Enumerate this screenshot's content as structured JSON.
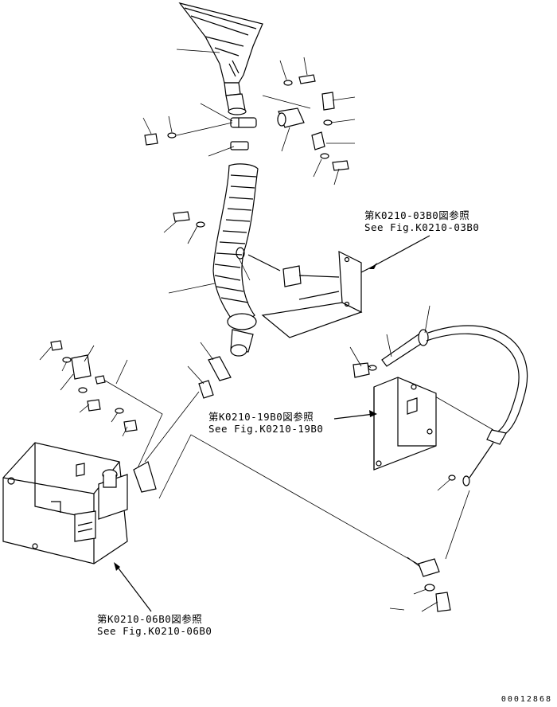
{
  "callouts": {
    "fig_0300": {
      "jp": "第K0210-03B0図参照",
      "en": "See Fig.K0210-03B0"
    },
    "fig_1900": {
      "jp": "第K0210-19B0図参照",
      "en": "See Fig.K0210-19B0"
    },
    "fig_0600": {
      "jp": "第K0210-06B0図参照",
      "en": "See Fig.K0210-06B0"
    }
  },
  "document_number": "00012868"
}
